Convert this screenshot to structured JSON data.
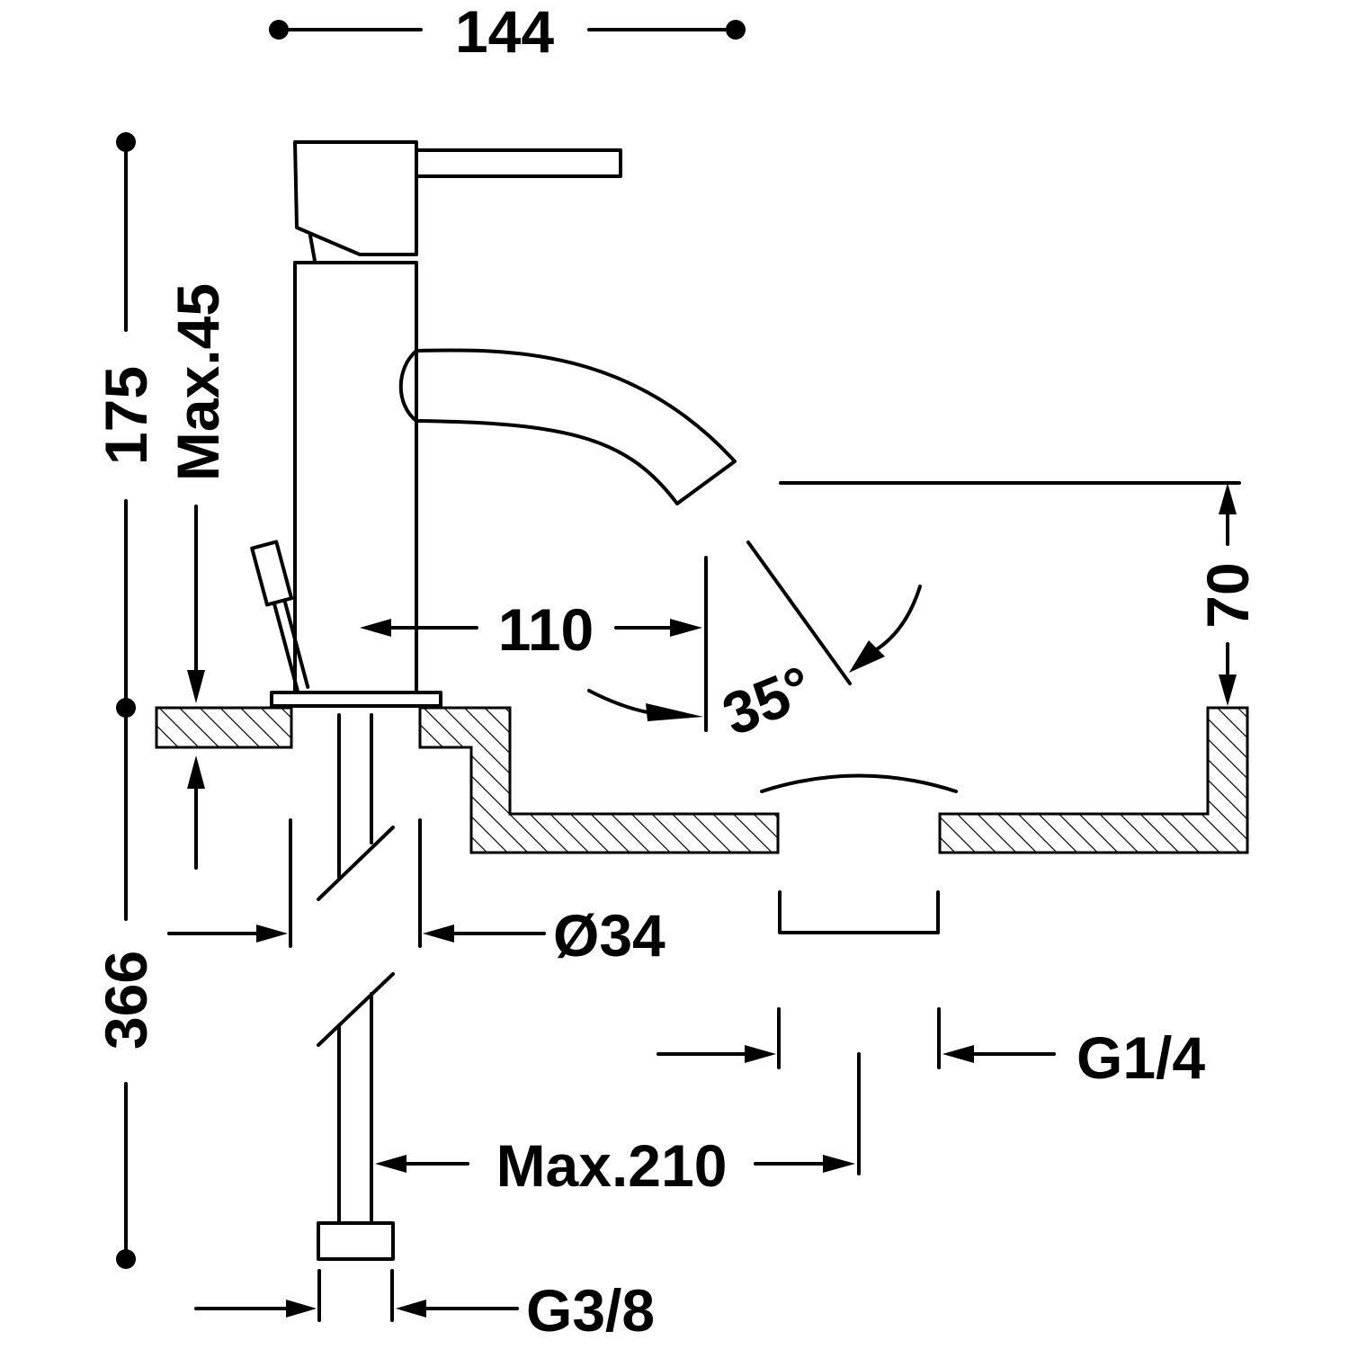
{
  "dimensions": {
    "width_total": "144",
    "height_total": "175",
    "max_deck_thickness": "Max.45",
    "spout_reach": "110",
    "spout_clearance": "70",
    "spout_angle": "35°",
    "body_diameter": "Ø34",
    "pipe_length": "366",
    "max_hose_offset": "Max.210",
    "drain_thread": "G1/4",
    "supply_thread": "G3/8"
  },
  "colors": {
    "stroke": "#000000",
    "background": "#ffffff"
  }
}
